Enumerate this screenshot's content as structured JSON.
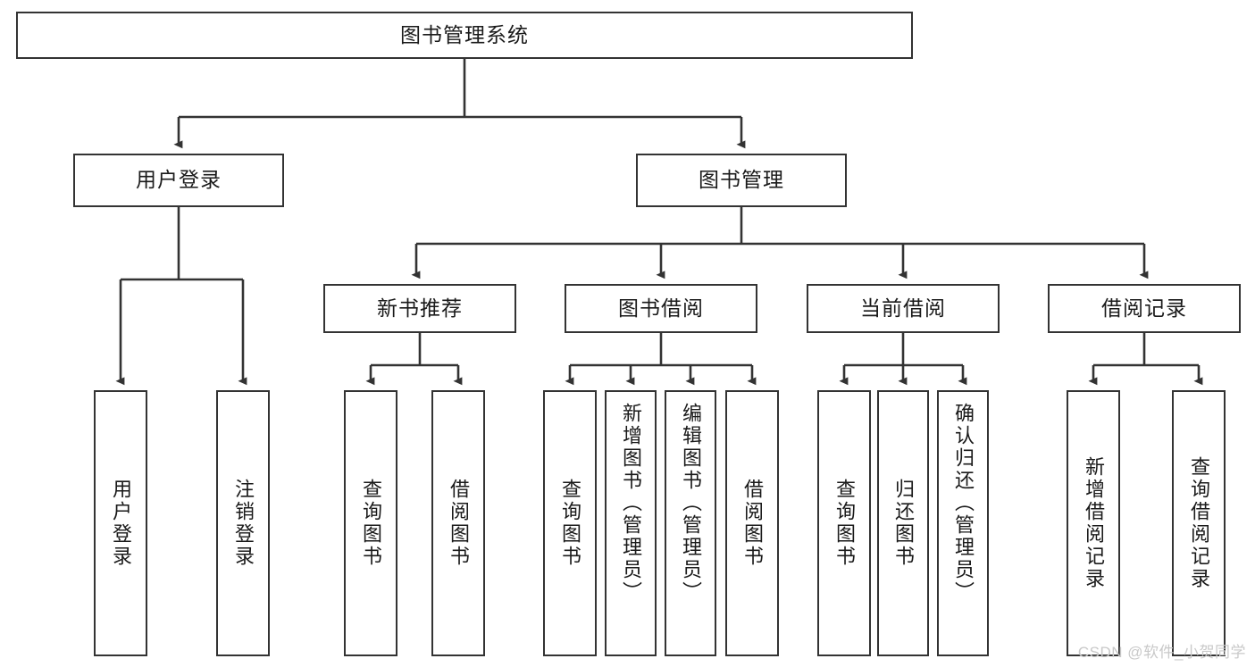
{
  "diagram": {
    "title": "图书管理系统",
    "type": "tree-hierarchy-chart",
    "watermark": "CSDN @软件_小贺同学",
    "colors": {
      "border": "#333333",
      "background": "#ffffff",
      "text": "#1a1a1a",
      "connector": "#333333",
      "watermark": "#c9c9c9"
    },
    "root": {
      "label": "图书管理系统"
    },
    "level2": [
      {
        "label": "用户登录"
      },
      {
        "label": "图书管理"
      }
    ],
    "level3": [
      {
        "label": "新书推荐"
      },
      {
        "label": "图书借阅"
      },
      {
        "label": "当前借阅"
      },
      {
        "label": "借阅记录"
      }
    ],
    "leaves": {
      "user_login": [
        {
          "label": "用户登录"
        },
        {
          "label": "注销登录"
        }
      ],
      "new_book_recommend": [
        {
          "label": "查询图书"
        },
        {
          "label": "借阅图书"
        }
      ],
      "book_borrow": [
        {
          "label": "查询图书"
        },
        {
          "label": "新增图书（管理员）"
        },
        {
          "label": "编辑图书（管理员）"
        },
        {
          "label": "借阅图书"
        }
      ],
      "current_borrow": [
        {
          "label": "查询图书"
        },
        {
          "label": "归还图书"
        },
        {
          "label": "确认归还（管理员）"
        }
      ],
      "borrow_record": [
        {
          "label": "新增借阅记录"
        },
        {
          "label": "查询借阅记录"
        }
      ]
    }
  }
}
